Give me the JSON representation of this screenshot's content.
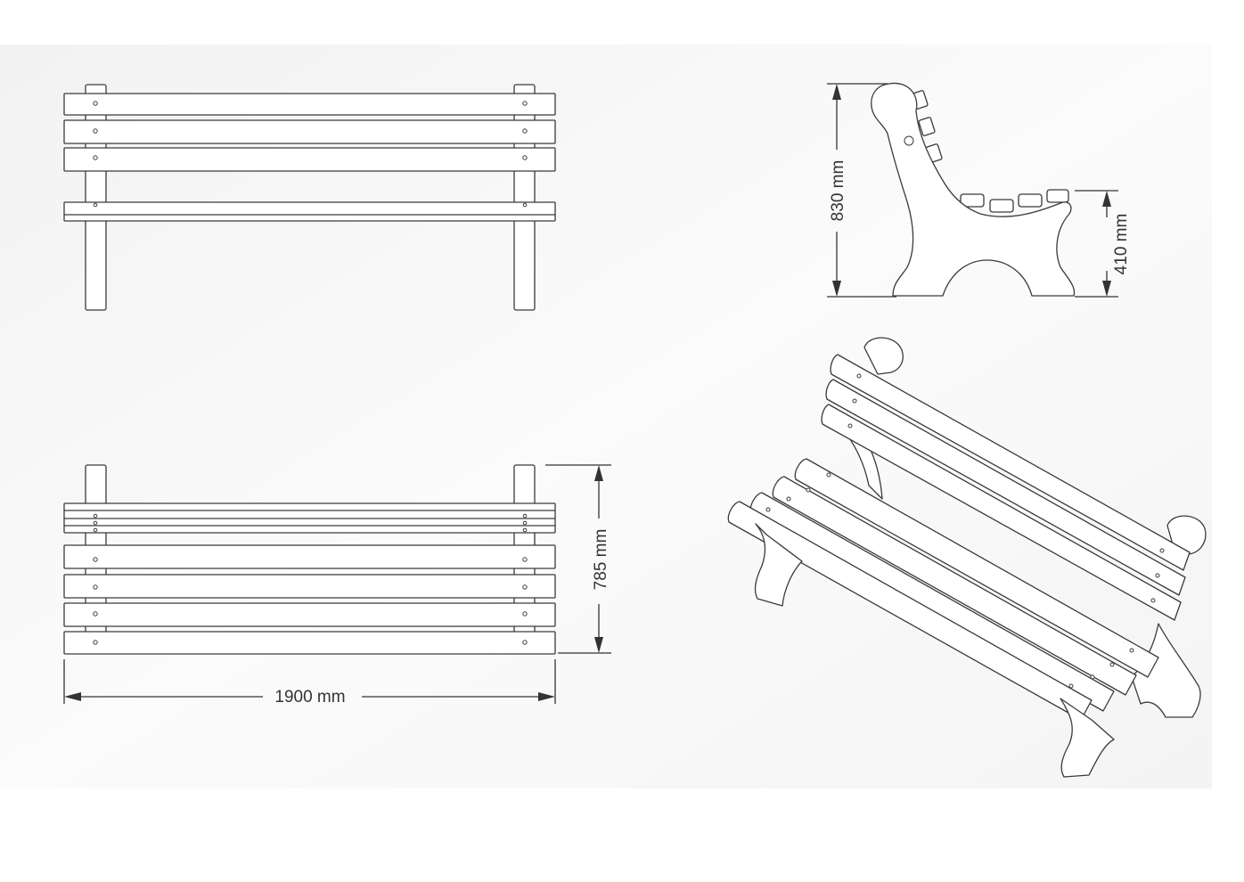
{
  "dimensions": {
    "width": "1900 mm",
    "height_front": "785 mm",
    "height_side": "830 mm",
    "seat_height": "410 mm"
  },
  "colors": {
    "background": "#ffffff",
    "panel": "#f7f7f7",
    "line": "#3a3a3a"
  }
}
